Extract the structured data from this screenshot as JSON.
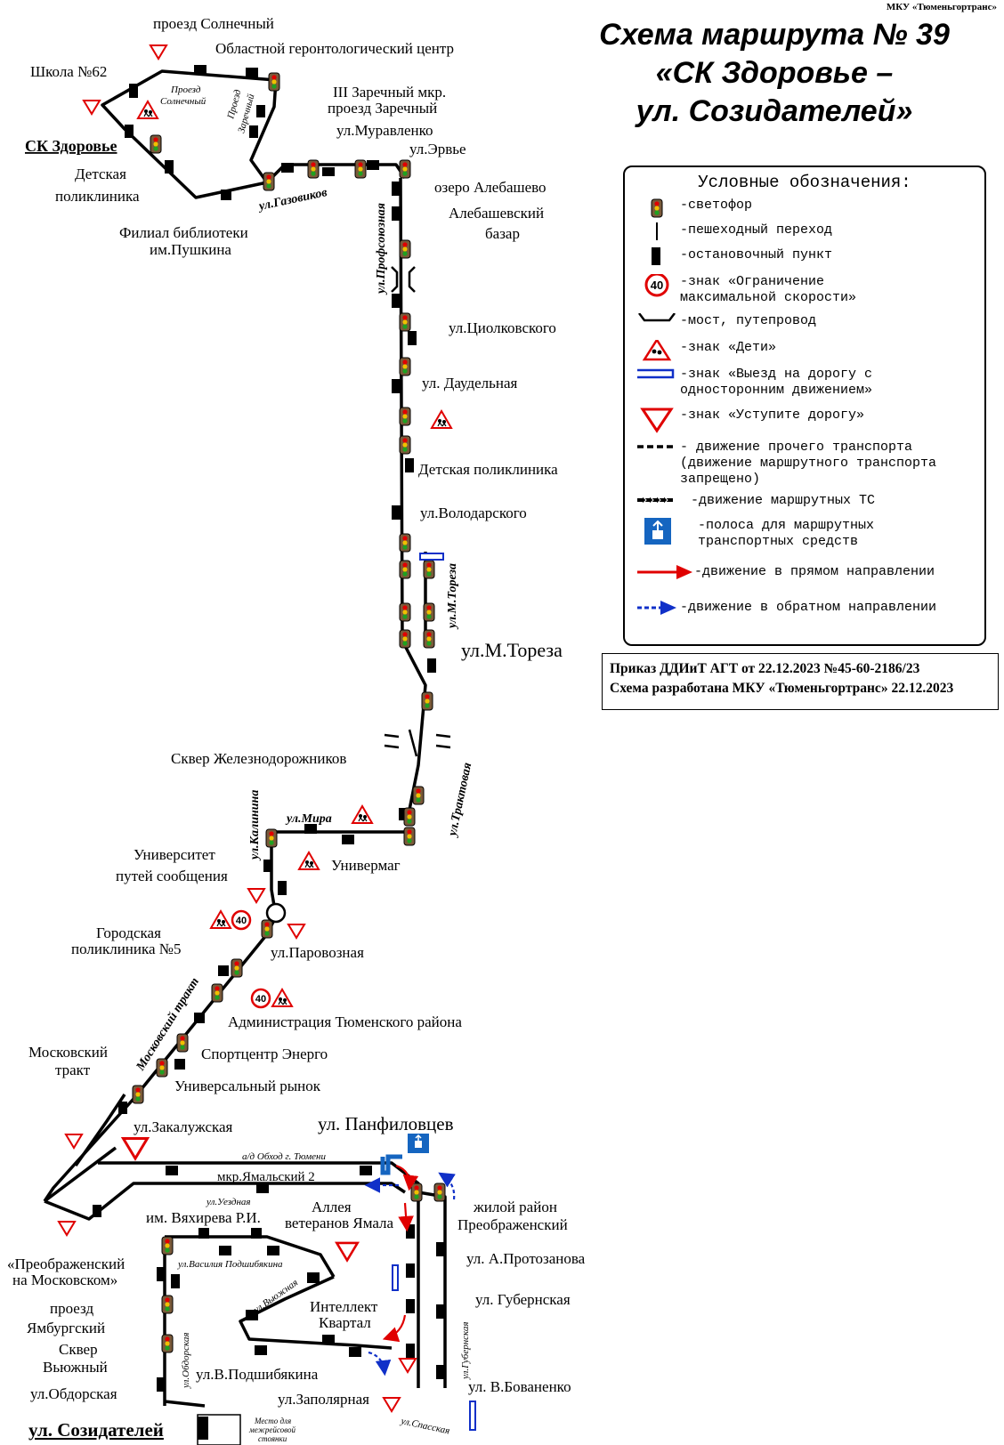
{
  "header": {
    "org": "МКУ «Тюменьгортранс»",
    "title_1": "Схема маршрута № 39",
    "title_2": "«СК Здоровье –",
    "title_3": "ул. Созидателей»"
  },
  "legend": {
    "title": "Условные обозначения:",
    "items": [
      {
        "icon": "traffic-light-icon",
        "text": "-светофор"
      },
      {
        "icon": "crosswalk-icon",
        "text": "-пешеходный переход"
      },
      {
        "icon": "bus-stop-icon",
        "text": "-остановочный пункт"
      },
      {
        "icon": "speed-limit-sign-icon",
        "sign_value": "40",
        "text": "-знак «Ограничение\nмаксимальной скорости»"
      },
      {
        "icon": "bridge-icon",
        "text": "-мост, путепровод"
      },
      {
        "icon": "children-sign-icon",
        "text": "-знак «Дети»"
      },
      {
        "icon": "one-way-sign-icon",
        "text": "-знак «Выезд на дорогу с\nодносторонним движением»"
      },
      {
        "icon": "yield-sign-icon",
        "text": "-знак «Уступите дорогу»"
      },
      {
        "icon": "dashed-line-icon",
        "text": "- движение прочего транспорта\n(движение маршрутного транспорта\nзапрещено)"
      },
      {
        "icon": "route-line-icon",
        "text": "-движение маршрутных ТС"
      },
      {
        "icon": "bus-lane-sign-icon",
        "text": "-полоса для маршрутных\nтранспортных средств"
      },
      {
        "icon": "red-arrow-icon",
        "text": "-движение в прямом направлении"
      },
      {
        "icon": "blue-arrow-icon",
        "text": "-движение в обратном направлении"
      }
    ]
  },
  "order": {
    "line_1": "Приказ ДДИиТ АГТ от 22.12.2023 №45-60-2186/23",
    "line_2": "Схема разработана МКУ «Тюменьгортранс» 22.12.2023"
  },
  "labels": {
    "proezd_solnechny": "проезд Солнечный",
    "gerontology": "Областной геронтологический центр",
    "school62": "Школа №62",
    "proezd_small": "Проезд",
    "solnechny_small": "Солнечный",
    "zarechny_small_1": "Проезд",
    "zarechny_small_2": "Заречный",
    "zarechny_3": "III Заречный мкр.",
    "proezd_zarechny": "проезд Заречный",
    "muravlenko": "ул.Муравленко",
    "ervye": "ул.Эрвье",
    "sk_zdorovye": "СК Здоровье",
    "det_poliklinika_1": "Детская",
    "det_poliklinika_2": "поликлиника",
    "gazovikov": "ул.Газовиков",
    "ozero": "озеро Алебашево",
    "bazar_1": "Алебашевский",
    "bazar_2": "базар",
    "filial_1": "Филиал библиотеки",
    "filial_2": "им.Пушкина",
    "profsoyuznaya": "ул.Профсоюзная",
    "tsiolkovskogo": "ул.Циолковского",
    "daudelnaya": "ул. Даудельная",
    "det_poliklinika_full": "Детская поликлиника",
    "volodarskogo": "ул.Володарского",
    "m_toreza_street": "ул.М.Тореза",
    "m_toreza_stop": "ул.М.Тореза",
    "skver_zhd": "Сквер Железнодорожников",
    "traktovaya": "ул.Трактовая",
    "mira": "ул.Мира",
    "kalinina": "ул.Калинина",
    "univermag": "Универмаг",
    "univ_1": "Университет",
    "univ_2": "путей сообщения",
    "gor_pol_1": "Городская",
    "gor_pol_2": "поликлиника №5",
    "parovoznaya": "ул.Паровозная",
    "moskovsky_trakt_street": "Московский тракт",
    "administratsiya": "Администрация Тюменского района",
    "sportcenter": "Спортцентр Энерго",
    "mosk_trakt_1": "Московский",
    "mosk_trakt_2": "тракт",
    "univ_rynok": "Универсальный рынок",
    "zakaluzhskaya": "ул.Закалужская",
    "panfilovtsev": "ул. Панфиловцев",
    "obkhod": "а/д Обход г. Тюмени",
    "yamalsky": "мкр.Ямальский 2",
    "uezdnaya": "ул.Уездная",
    "alleya_1": "Аллея",
    "alleya_2": "ветеранов Ямала",
    "vyakhireva": "им. Вяхирева Р.И.",
    "zhiloy_1": "жилой район",
    "zhiloy_2": "Преображенский",
    "podshibyakina_small": "ул.Василия Подшибякина",
    "protazanova": "ул. А.Протозанова",
    "preobr_mosk_1": "«Преображенский",
    "preobr_mosk_2": "на Московском»",
    "vyuzhnaya_small": "ул.Вьюжная",
    "gubernskaya": "ул. Губернская",
    "intellekt_1": "Интеллект",
    "intellekt_2": "Квартал",
    "yamburgsky_1": "проезд",
    "yamburgsky_2": "Ямбургский",
    "skver_vyuzhny_1": "Сквер",
    "skver_vyuzhny_2": "Вьюжный",
    "obdorskaya_small": "ул.Обдорская",
    "gubernskaya_small": "ул.Губернская",
    "podshibyakina": "ул.В.Подшибякина",
    "obdorskaya": "ул.Обдорская",
    "zapolyarnaya": "ул.Заполярная",
    "bovanenko": "ул. В.Бованенко",
    "spasskaya": "ул.Спасская",
    "sozidateley": "ул. Созидателей",
    "mesto_1": "Место для",
    "mesto_2": "межрейсовой",
    "mesto_3": "стоянки"
  },
  "colors": {
    "route": "#000000",
    "forward_arrow": "#e00000",
    "reverse_arrow": "#1030c8",
    "sign_red": "#e00000",
    "bus_lane_blue": "#1565c0",
    "traffic_light_body": "#7a5a3a"
  }
}
